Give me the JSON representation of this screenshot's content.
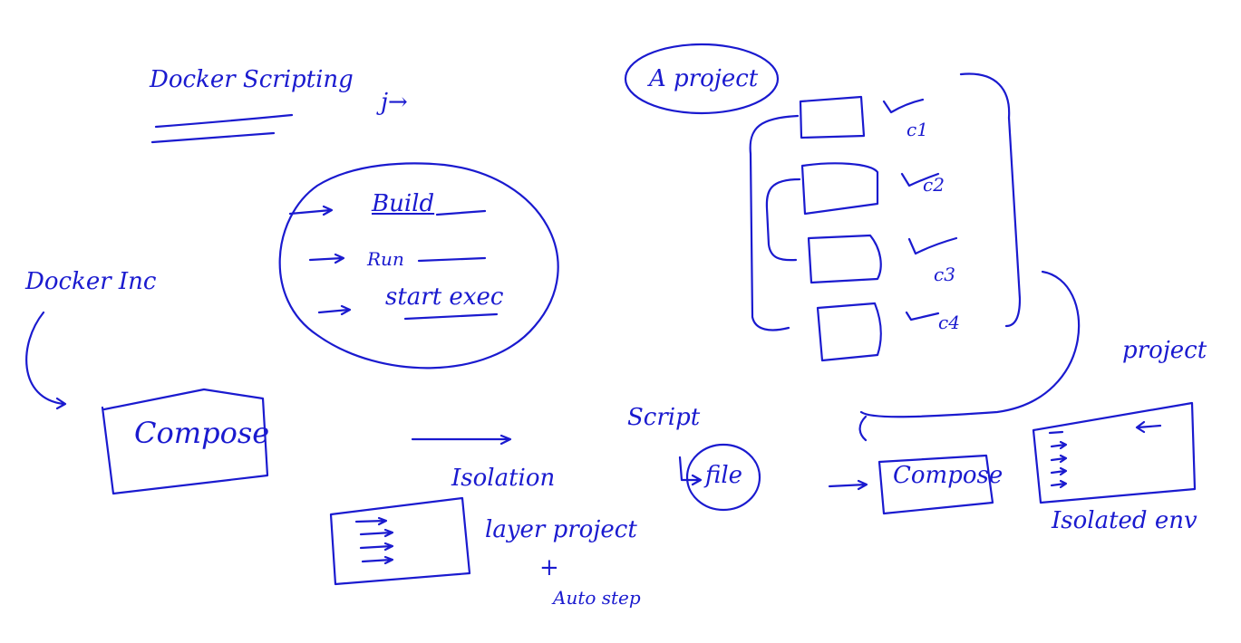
{
  "ink_color": "#1a1acf",
  "labels": {
    "docker_scripting": "Docker Scripting",
    "j_arrow": "j→",
    "docker_inc": "Docker Inc",
    "compose_left": "Compose",
    "build": "Build",
    "run": "Run",
    "start_exec": "start exec",
    "isolation": "Isolation",
    "layer_project": "layer project",
    "plus": "+",
    "auto_step": "Auto step",
    "a_project": "A project",
    "c1": "c1",
    "c2": "c2",
    "c3": "c3",
    "c4": "c4",
    "project": "project",
    "script": "Script",
    "file": "file",
    "compose_right": "Compose",
    "isolated_env": "Isolated env"
  }
}
